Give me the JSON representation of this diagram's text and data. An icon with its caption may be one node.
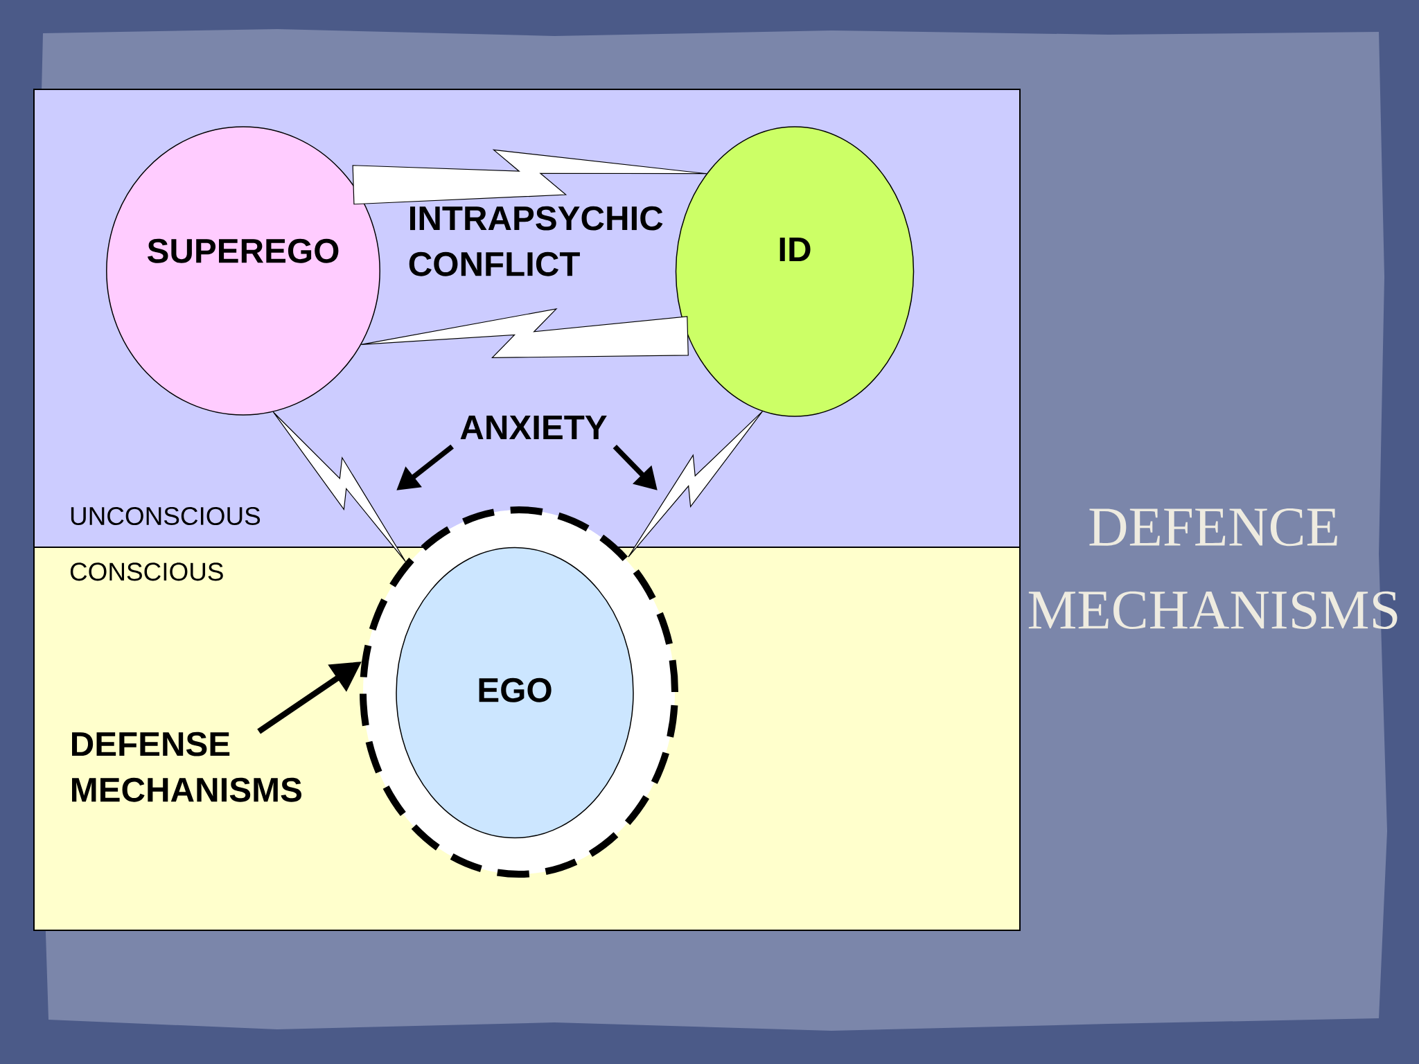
{
  "diagram": {
    "title": "DEFENCE MECHANISMS",
    "nodes": [
      {
        "text": [
          "UNCONSCIOUS"
        ]
      },
      {
        "text": [
          "SUPEREGO"
        ],
        "in": 0
      },
      {
        "text": [
          "ID"
        ],
        "in": 0
      },
      {
        "text": [
          "ANXIETY"
        ],
        "in": 0
      },
      {
        "text": [
          "CONSCIOUS"
        ]
      },
      {
        "text": [],
        "shape": "circle"
      },
      {
        "text": [
          "EGO"
        ],
        "in": 5
      },
      {
        "text": [
          "DEFENSE MECHANISMS"
        ],
        "in": 4
      }
    ],
    "edges": [
      {
        "from": 1,
        "to": 2,
        "arrow": "to"
      },
      {
        "from": 2,
        "to": 1,
        "arrow": "to"
      },
      {
        "from": 3,
        "to": null,
        "arrow": "to"
      },
      {
        "from": 3,
        "to": null,
        "arrow": "to"
      },
      {
        "from": 1,
        "to": 5,
        "arrow": "both"
      },
      {
        "from": 2,
        "to": 5,
        "arrow": "both"
      },
      {
        "from": 7,
        "to": 5,
        "arrow": "to"
      }
    ],
    "labels": [
      "INTRAPSYCHIC CONFLICT"
    ]
  }
}
